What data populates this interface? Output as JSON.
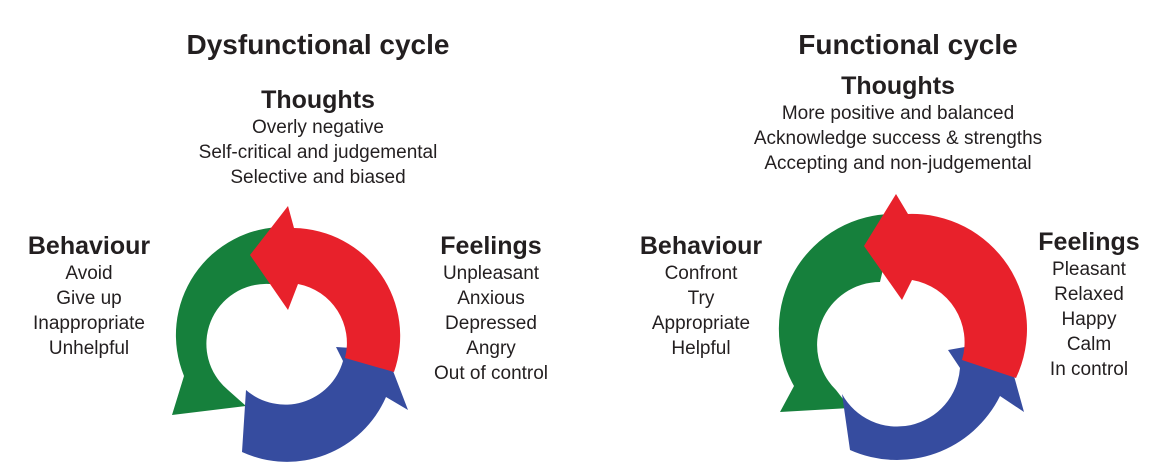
{
  "panels": [
    {
      "title": "Dysfunctional cycle",
      "thoughts": {
        "heading": "Thoughts",
        "items": [
          "Overly negative",
          "Self-critical and judgemental",
          "Selective and biased"
        ]
      },
      "behaviour": {
        "heading": "Behaviour",
        "items": [
          "Avoid",
          "Give up",
          "Inappropriate",
          "Unhelpful"
        ]
      },
      "feelings": {
        "heading": "Feelings",
        "items": [
          "Unpleasant",
          "Anxious",
          "Depressed",
          "Angry",
          "Out of control"
        ]
      }
    },
    {
      "title": "Functional cycle",
      "thoughts": {
        "heading": "Thoughts",
        "items": [
          "More positive and balanced",
          "Acknowledge success & strengths",
          "Accepting and non-judgemental"
        ]
      },
      "behaviour": {
        "heading": "Behaviour",
        "items": [
          "Confront",
          "Try",
          "Appropriate",
          "Helpful"
        ]
      },
      "feelings": {
        "heading": "Feelings",
        "items": [
          "Pleasant",
          "Relaxed",
          "Happy",
          "Calm",
          "In control"
        ]
      }
    }
  ],
  "colors": {
    "thoughts_arrow": "#e8212b",
    "feelings_arrow": "#364c9f",
    "behaviour_arrow": "#16803c"
  }
}
